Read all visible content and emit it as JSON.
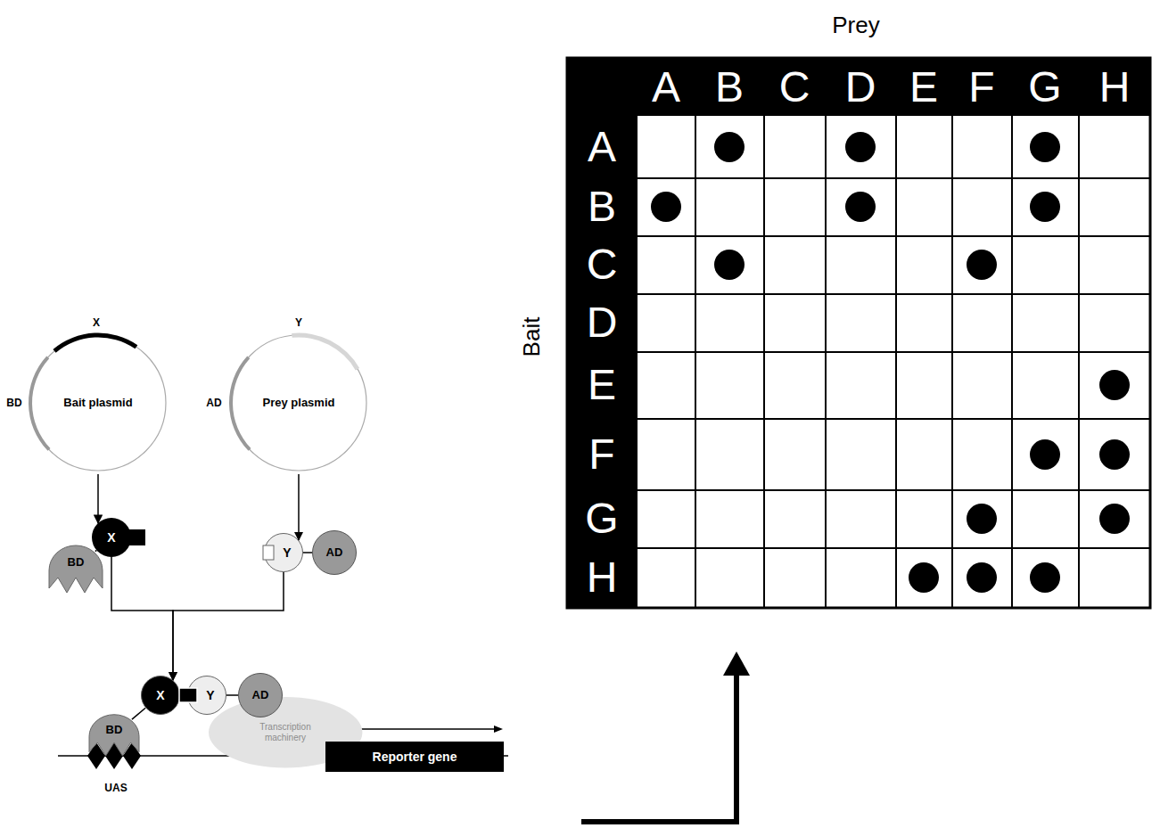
{
  "diagram": {
    "nodes": [
      {
        "text": [
          "Bait plasmid"
        ]
      },
      {
        "text": [
          "Prey plasmid"
        ]
      },
      {
        "text": [
          "BD"
        ]
      },
      {
        "text": [
          "X"
        ]
      },
      {
        "text": [
          "Y"
        ]
      },
      {
        "text": [
          "AD"
        ]
      },
      {
        "text": [
          "BD"
        ]
      },
      {
        "text": [
          "X"
        ]
      },
      {
        "text": [
          "Y"
        ]
      },
      {
        "text": [
          "AD"
        ]
      },
      {
        "text": [
          "Transcription machinery"
        ]
      },
      {
        "text": [
          "Reporter gene"
        ]
      }
    ],
    "edges": [
      {
        "from": 0,
        "to": 3,
        "arrow": "to"
      },
      {
        "from": 1,
        "to": 4,
        "arrow": "to"
      },
      {
        "from": 2,
        "to": 3,
        "arrow": "none"
      },
      {
        "from": 4,
        "to": 5,
        "arrow": "none"
      },
      {
        "from": 3,
        "to": 7,
        "arrow": "to"
      },
      {
        "from": 4,
        "to": 7,
        "arrow": "to"
      },
      {
        "from": 6,
        "to": 7,
        "arrow": "none"
      },
      {
        "from": 8,
        "to": 9,
        "arrow": "none"
      }
    ],
    "labels": [
      "X",
      "BD",
      "Y",
      "AD",
      "UAS",
      "Prey",
      "Bait",
      "A",
      "B",
      "C",
      "D",
      "E",
      "F",
      "G",
      "H",
      "A",
      "B",
      "C",
      "D",
      "E",
      "F",
      "G",
      "H"
    ]
  }
}
